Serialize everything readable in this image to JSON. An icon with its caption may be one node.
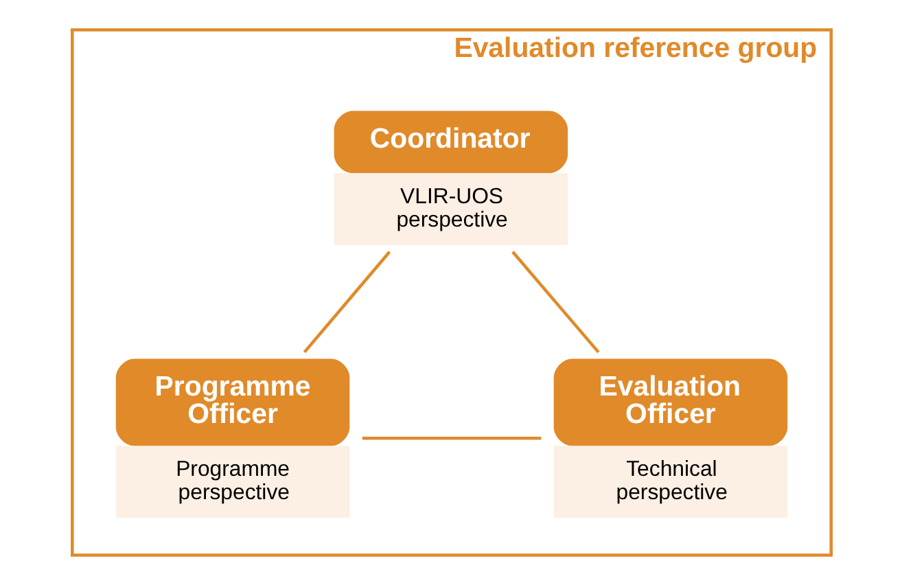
{
  "diagram": {
    "nodes": [
      {
        "text": [
          "Evaluation reference group"
        ]
      },
      {
        "text": [
          "Coordinator",
          "VLIR-UOS perspective"
        ],
        "in": 0
      },
      {
        "text": [
          "Programme Officer",
          "Programme perspective"
        ],
        "in": 0
      },
      {
        "text": [
          "Evaluation Officer",
          "Technical perspective"
        ],
        "in": 0
      }
    ],
    "edges": [
      {
        "from": 1,
        "to": 2,
        "arrow": "none"
      },
      {
        "from": 1,
        "to": 3,
        "arrow": "none"
      },
      {
        "from": 2,
        "to": 3,
        "arrow": "none"
      }
    ]
  }
}
